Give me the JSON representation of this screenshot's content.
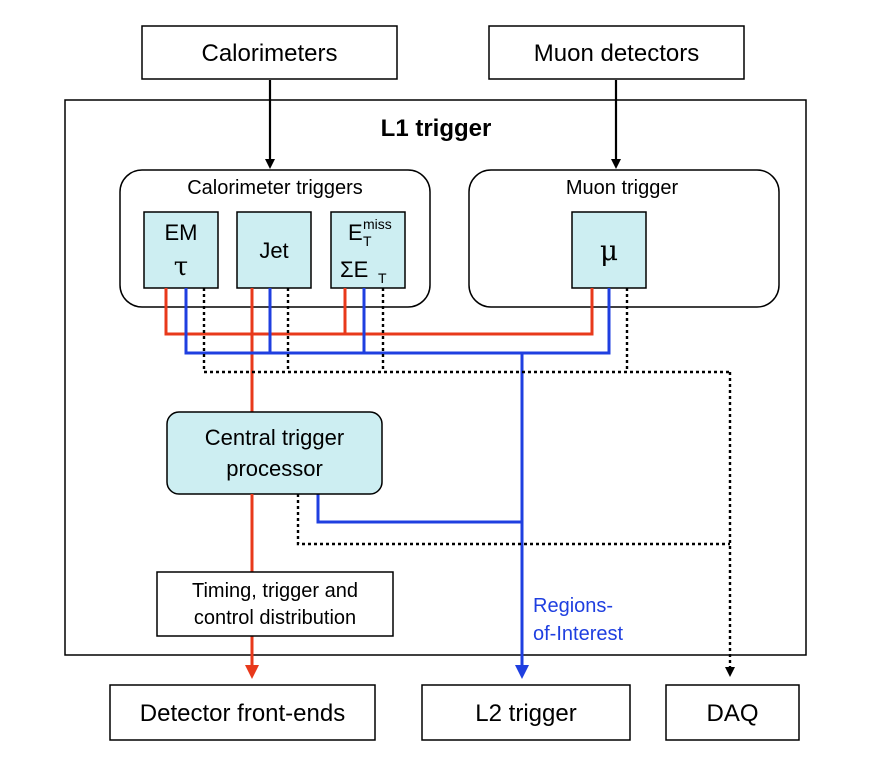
{
  "inputs": {
    "calorimeters": "Calorimeters",
    "muon_detectors": "Muon detectors"
  },
  "l1": {
    "title": "L1 trigger",
    "calo_group": {
      "title": "Calorimeter triggers",
      "em_label": "EM",
      "tau_label": "τ",
      "jet_label": "Jet",
      "etmiss_base": "E",
      "etmiss_sub": "T",
      "etmiss_sup": "miss",
      "sumet_base": "ΣE",
      "sumet_sub": "T"
    },
    "muon_group": {
      "title": "Muon trigger",
      "mu_label": "μ"
    },
    "ctp_line1": "Central trigger",
    "ctp_line2": "processor",
    "ttc_line1": "Timing, trigger and",
    "ttc_line2": "control distribution",
    "roi_line1": "Regions-",
    "roi_line2": "of-Interest"
  },
  "outputs": {
    "frontends": "Detector front-ends",
    "l2": "L2 trigger",
    "daq": "DAQ"
  },
  "colors": {
    "red_line": "#e8391b",
    "blue_line": "#1f3fe0",
    "box_fill": "#cdeef2",
    "stroke": "#000000"
  }
}
